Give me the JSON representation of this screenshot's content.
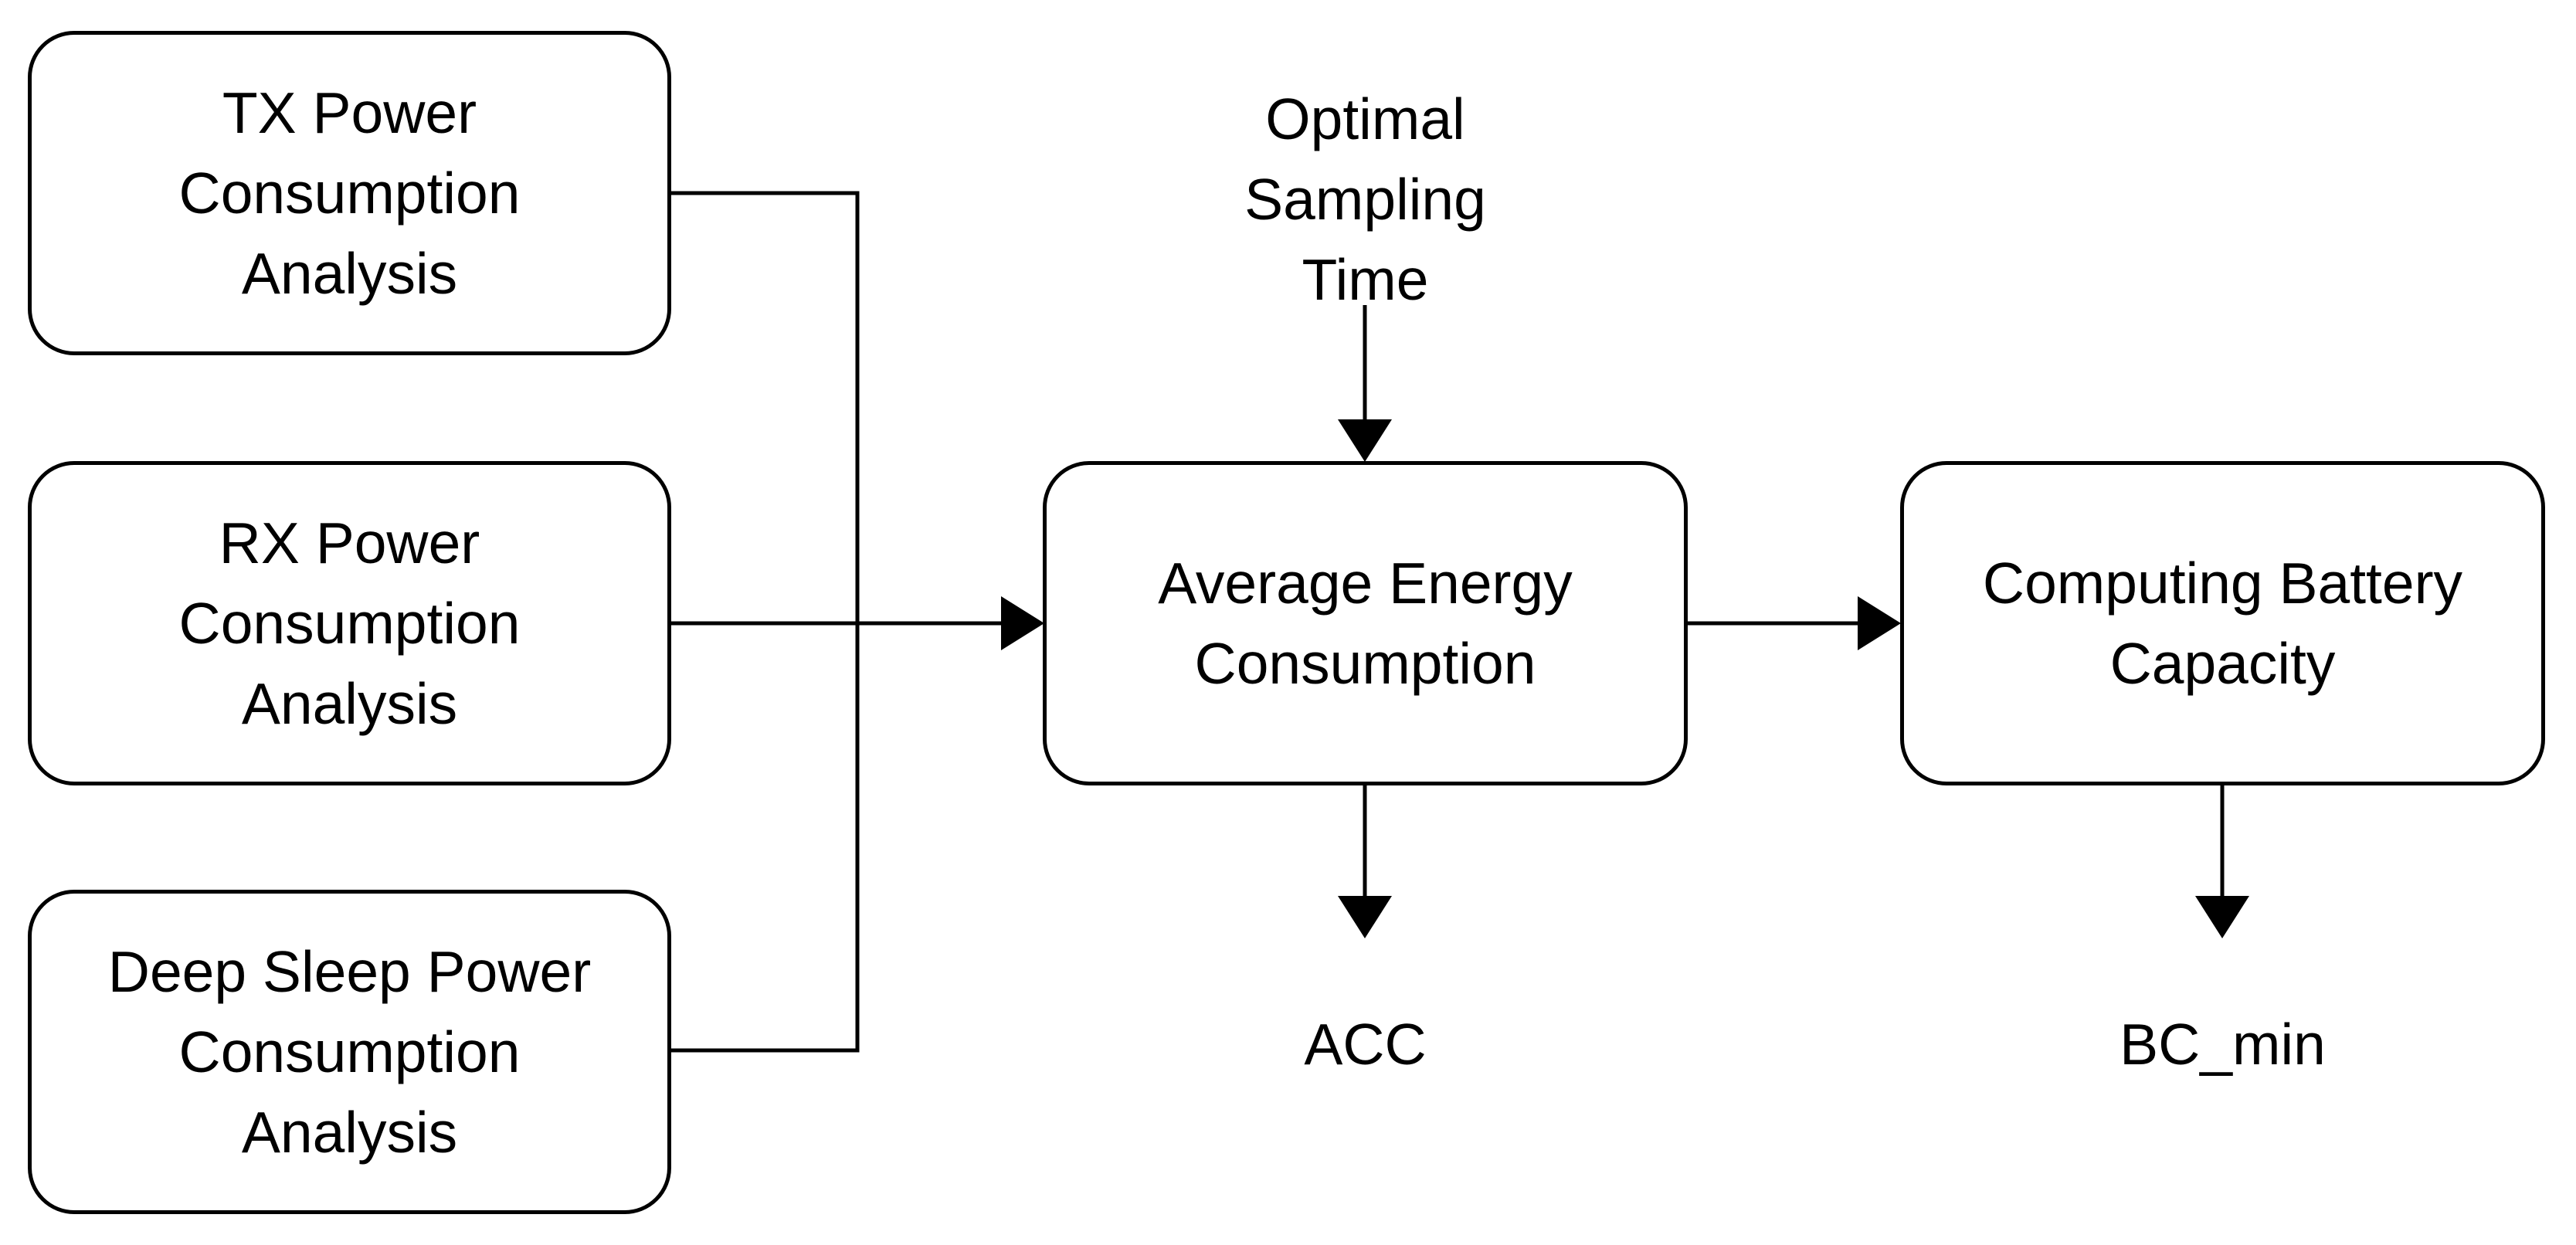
{
  "nodes": {
    "tx": "TX Power\nConsumption\nAnalysis",
    "rx": "RX Power\nConsumption\nAnalysis",
    "deep_sleep": "Deep Sleep Power\nConsumption\nAnalysis",
    "average_energy": "Average Energy\nConsumption",
    "battery": "Computing Battery\nCapacity"
  },
  "labels": {
    "optimal_sampling": "Optimal\nSampling\nTime",
    "acc": "ACC",
    "bc_min": "BC_min"
  }
}
